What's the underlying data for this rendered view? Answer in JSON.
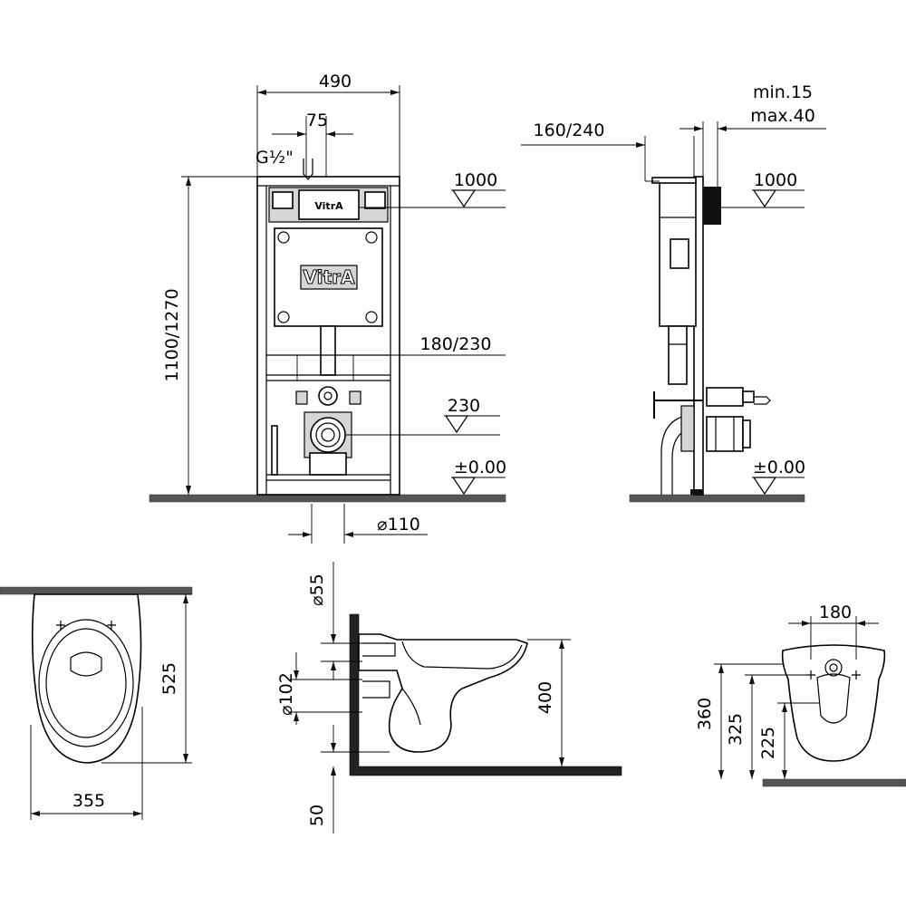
{
  "dimensions": {
    "frame_width": "490",
    "spacing_75": "75",
    "thread": "G½\"",
    "frame_height": "1100/1270",
    "flush_height": "1000",
    "connection_height": "180/230",
    "waste_height": "230",
    "floor_level": "±0.00",
    "waste_diameter": "⌀110",
    "depth": "160/240",
    "wall_min": "min.15",
    "wall_max": "max.40",
    "side_flush_height": "1000",
    "side_floor_level": "±0.00",
    "bowl_length": "525",
    "bowl_width": "355",
    "inlet_diameter": "⌀55",
    "outlet_diameter": "⌀102",
    "bowl_height": "400",
    "floor_offset": "50",
    "fixing_spacing": "180",
    "rear_height_360": "360",
    "rear_height_325": "325",
    "rear_height_225": "225"
  },
  "brand": {
    "small": "VitrA",
    "large": "VitrA"
  }
}
